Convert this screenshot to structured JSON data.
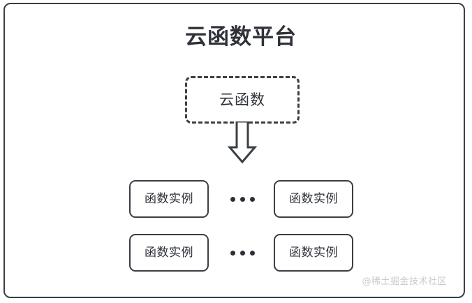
{
  "diagram": {
    "platform": {
      "title": "云函数平台",
      "border_color": "#3a3f45"
    },
    "cloud_function": {
      "label": "云函数",
      "style": "dashed"
    },
    "arrow": {
      "name": "down-block-arrow",
      "direction": "down",
      "color": "#3a3f45"
    },
    "instance_rows": [
      {
        "left_instance": "函数实例",
        "ellipsis": "...",
        "right_instance": "函数实例"
      },
      {
        "left_instance": "函数实例",
        "ellipsis": "...",
        "right_instance": "函数实例"
      }
    ],
    "watermark": "@稀土掘金技术社区"
  }
}
